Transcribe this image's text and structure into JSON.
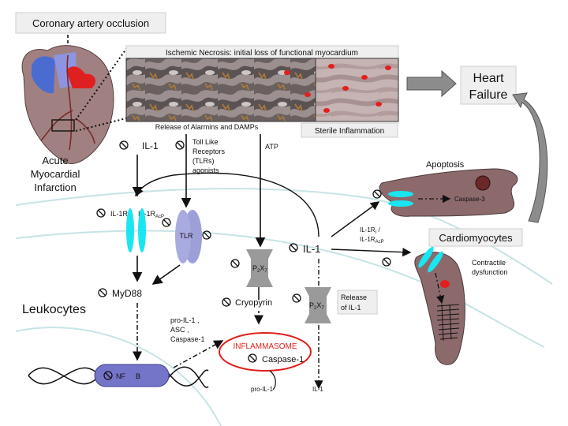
{
  "labels": {
    "coronary_occlusion": "Coronary artery occlusion",
    "ischemic_necrosis": "Ischemic Necrosis: initial loss of functional myocardium",
    "heart_failure_1": "Heart",
    "heart_failure_2": "Failure",
    "ami_1": "Acute",
    "ami_2": "Myocardial",
    "ami_3": "Infarction",
    "release_alarmins": "Release of Alarmins and DAMPs",
    "sterile_inflammation": "Sterile Inflammation",
    "il1_top": "IL-1",
    "tlr_agonists_1": "Toll Like",
    "tlr_agonists_2": "Receptors",
    "tlr_agonists_3": "(TLRs)",
    "tlr_agonists_4": "agonists",
    "atp": "ATP",
    "apoptosis": "Apoptosis",
    "caspase3": "Caspase-3",
    "il1r1_a": "IL-1R",
    "il1r1_a_sub": "I",
    "il1racp_a": "IL-1R",
    "il1racp_a_sub": "AcP",
    "tlr": "TLR",
    "il1r_right_1": "IL-1R",
    "il1r_right_1_sub": "I",
    "il1r_right_2": "IL-1R",
    "il1r_right_2_sub": "AcP",
    "cardiomyocytes": "Cardiomyocytes",
    "il1_mid": "IL-1",
    "p2x7": "P",
    "p2x7_sub1": "2",
    "p2x7_mid": "X",
    "p2x7_sub2": "7",
    "contractile_1": "Contractile",
    "contractile_2": "dysfunction",
    "myd88": "MyD88",
    "cryopyrin": "Cryopyrin",
    "release_il1_1": "Release",
    "release_il1_2": "of IL-1",
    "leukocytes": "Leukocytes",
    "pro_list_1": "pro-IL-1 ,",
    "pro_list_2": "ASC ,",
    "pro_list_3": "Caspase-1",
    "inflammasome": "INFLAMMASOME",
    "caspase1": "Caspase-1",
    "nfkb": "NF",
    "nfkb_b": "B",
    "pro_il1_bottom": "pro-IL-1",
    "il1_bottom": "IL-1"
  },
  "colors": {
    "receptor_cyan": "#19e6f0",
    "tlr_lavender": "#9d9fd8",
    "p2x7_gray": "#9a9a9a",
    "cell_brown": "#8c6a6c",
    "inflammasome_red": "#e0201b",
    "nfkb_fill": "#7474c8",
    "membrane": "#c7e3e6"
  }
}
